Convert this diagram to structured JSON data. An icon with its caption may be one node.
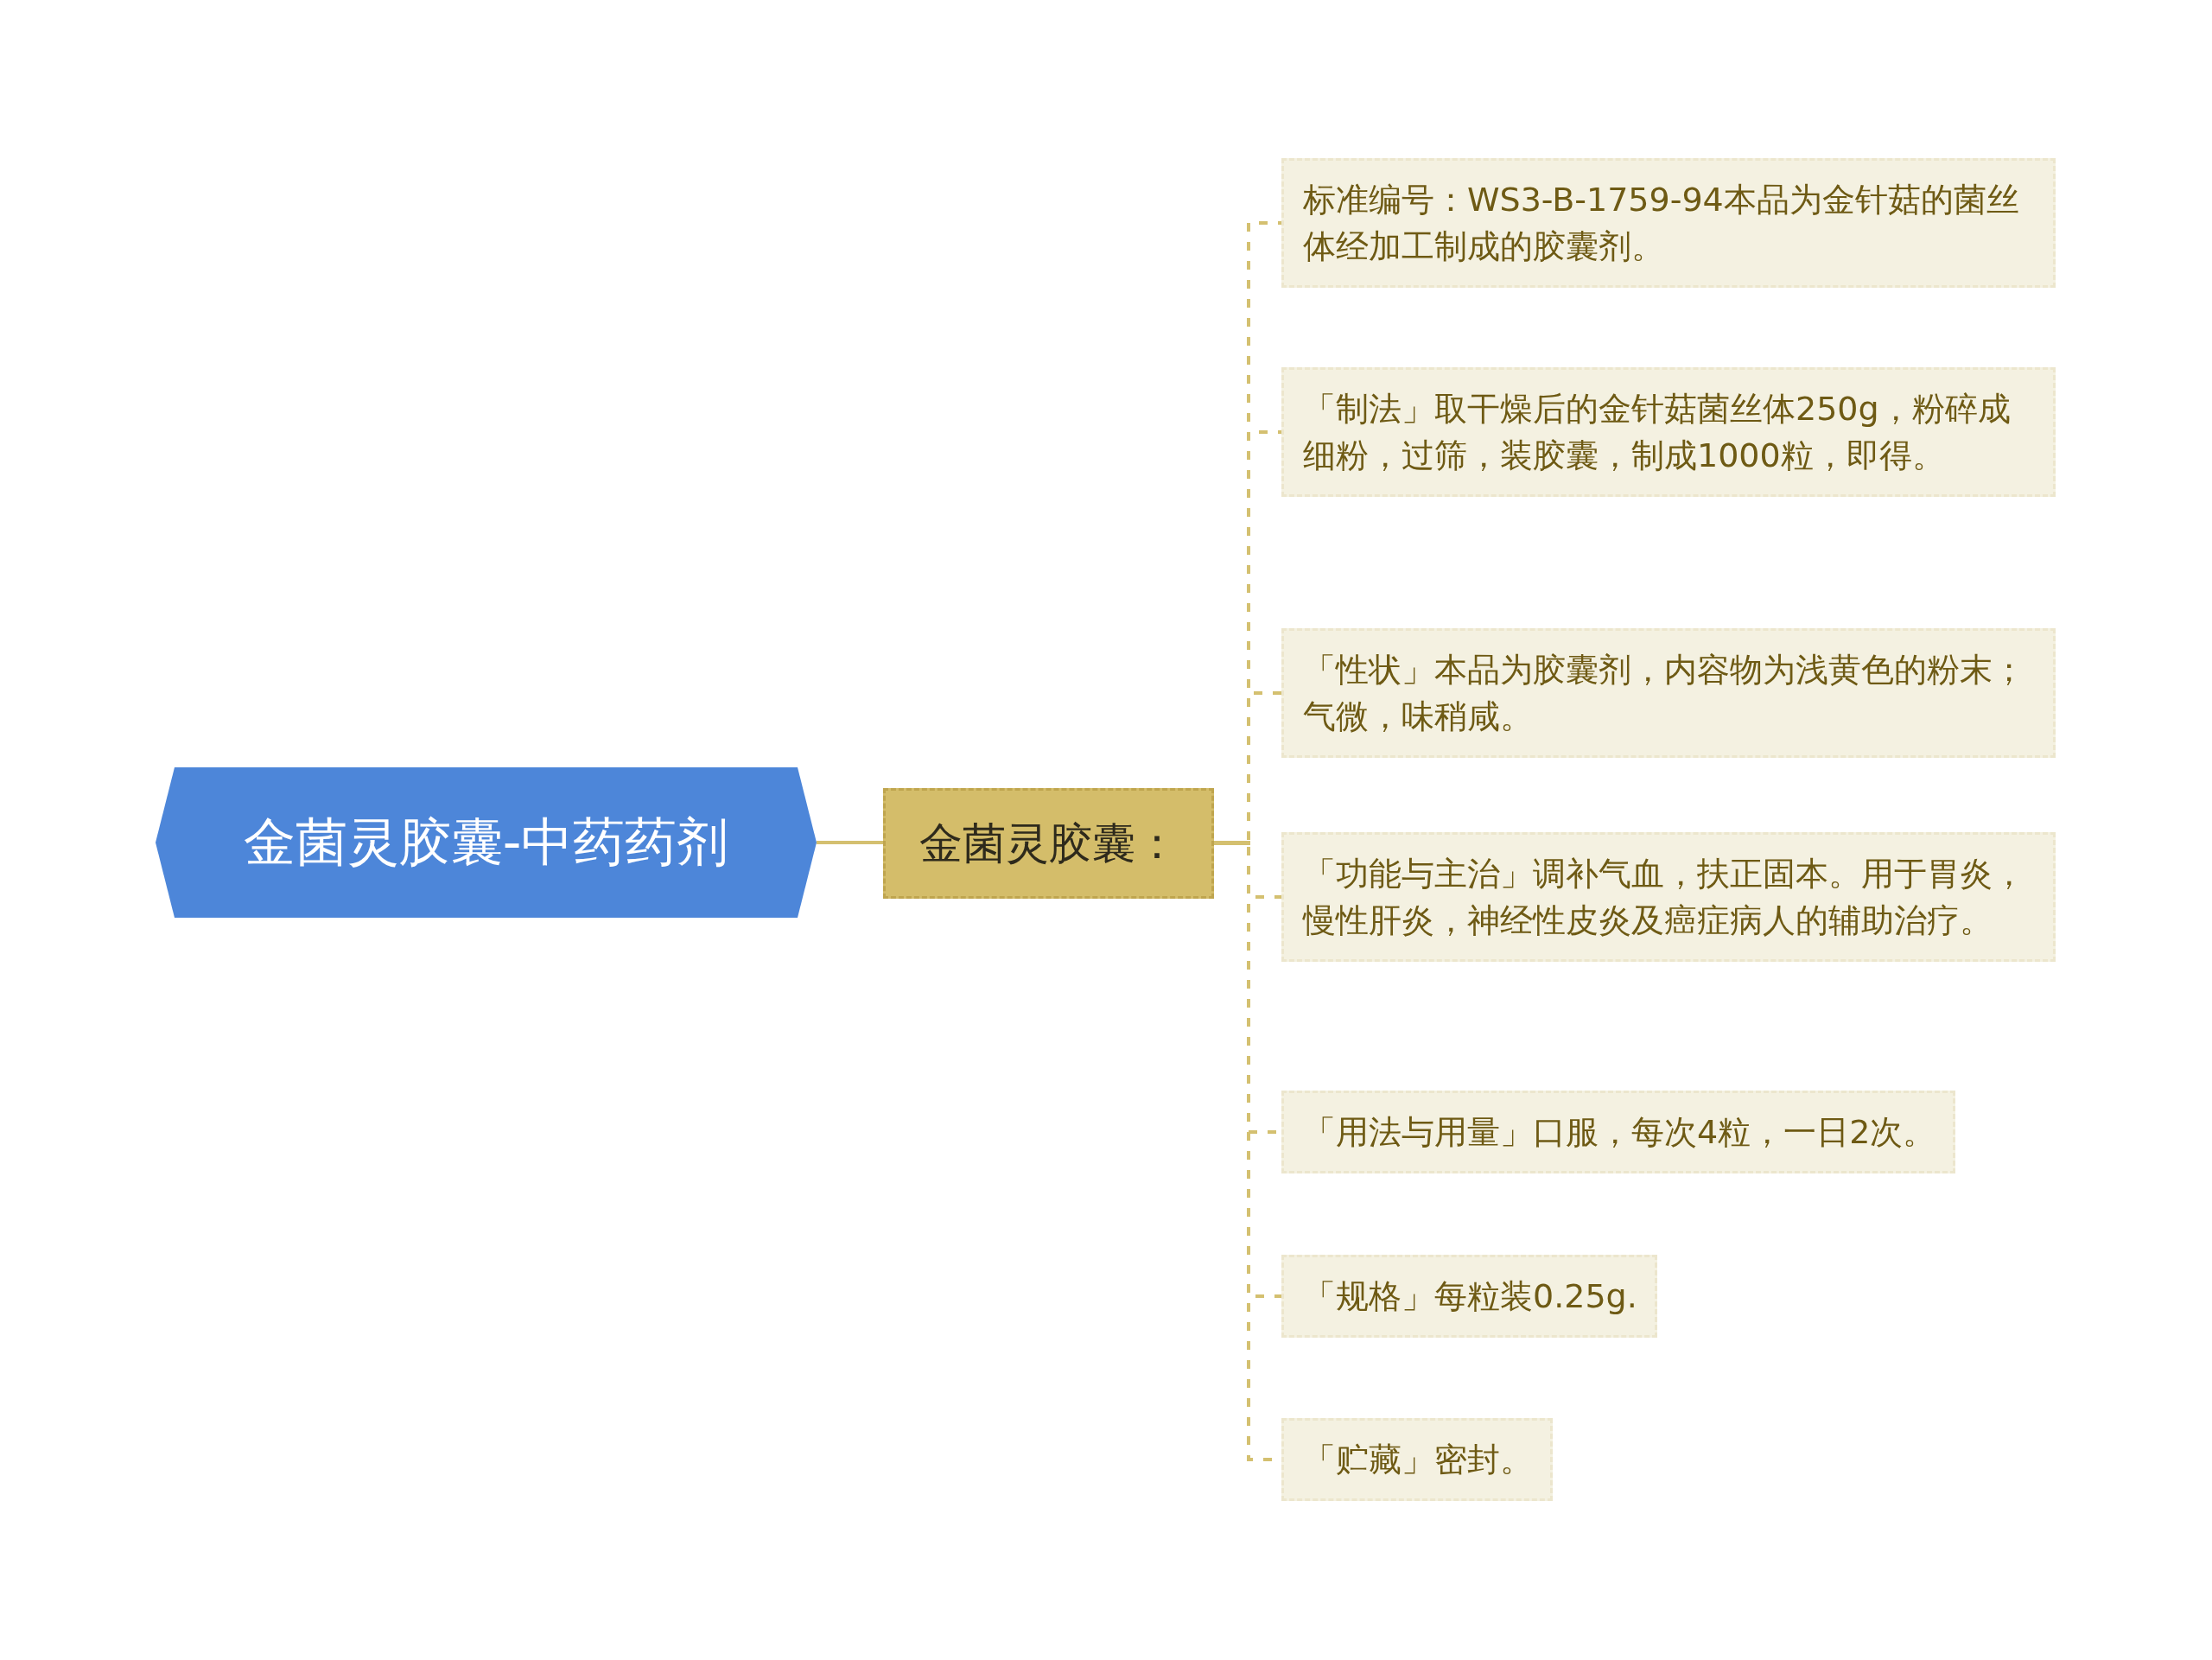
{
  "diagram": {
    "nodes": [
      {
        "text": [
          "金菌灵胶囊-中药药剂"
        ]
      },
      {
        "text": [
          "金菌灵胶囊："
        ]
      },
      {
        "text": [
          "标准编号：WS3-B-1759-94本品为金针菇的菌丝体经加工制成的胶囊剂。"
        ]
      },
      {
        "text": [
          "「制法」取干燥后的金针菇菌丝体250g，粉碎成细粉，过筛，装胶囊，制成1000粒，即得。"
        ]
      },
      {
        "text": [
          "「性状」本品为胶囊剂，内容物为浅黄色的粉末；气微，味稍咸。"
        ]
      },
      {
        "text": [
          "「功能与主治」调补气血，扶正固本。用于胃炎，慢性肝炎，神经性皮炎及癌症病人的辅助治疗。"
        ]
      },
      {
        "text": [
          "「用法与用量」口服，每次4粒，一日2次。"
        ]
      },
      {
        "text": [
          "「规格」每粒装0.25g."
        ]
      },
      {
        "text": [
          "「贮藏」密封。"
        ]
      }
    ],
    "edges": [
      {
        "from": 0,
        "to": 1,
        "arrow": "none"
      },
      {
        "from": 1,
        "to": 2,
        "arrow": "none",
        "style": "dashed"
      },
      {
        "from": 1,
        "to": 3,
        "arrow": "none",
        "style": "dashed"
      },
      {
        "from": 1,
        "to": 4,
        "arrow": "none",
        "style": "dashed"
      },
      {
        "from": 1,
        "to": 5,
        "arrow": "none",
        "style": "dashed"
      },
      {
        "from": 1,
        "to": 6,
        "arrow": "none",
        "style": "dashed"
      },
      {
        "from": 1,
        "to": 7,
        "arrow": "none",
        "style": "dashed"
      },
      {
        "from": 1,
        "to": 8,
        "arrow": "none",
        "style": "dashed"
      }
    ]
  }
}
